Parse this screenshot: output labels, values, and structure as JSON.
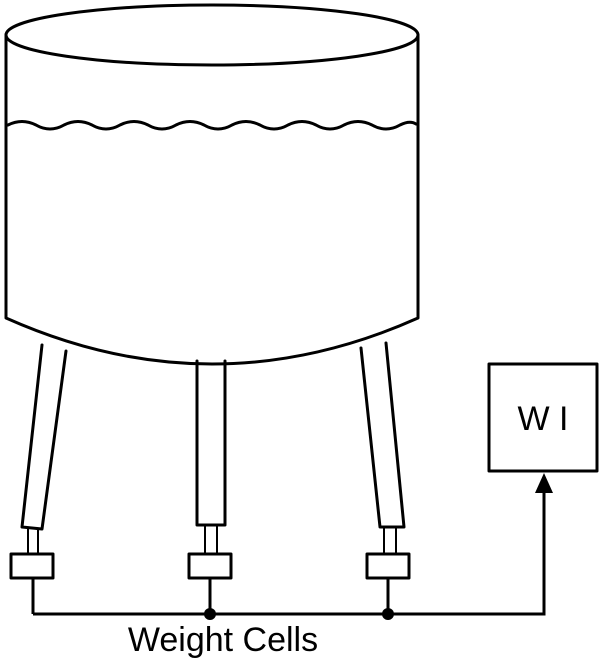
{
  "diagram": {
    "indicator_label": "W I",
    "caption": "Weight Cells",
    "line_color": "#000000",
    "background": "#ffffff",
    "components": {
      "tank": "vertical-tank",
      "liquid": "liquid-surface",
      "legs": 3,
      "load_cells": 3,
      "indicator": "weight-indicator"
    }
  }
}
